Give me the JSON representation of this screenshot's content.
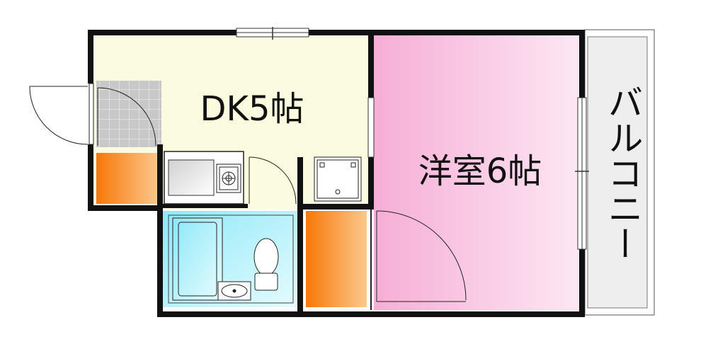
{
  "rooms": {
    "dk": {
      "label": "DK5帖"
    },
    "western": {
      "label": "洋室6帖"
    },
    "balcony": {
      "label": "バルコニー"
    }
  },
  "colors": {
    "wall": "#111111",
    "dk_floor": "#fbfbdf",
    "western_floor_a": "#f6aed6",
    "western_floor_b": "#fde8f4",
    "bathroom_floor_a": "#8ee8f8",
    "bathroom_floor_b": "#e7fcfe",
    "storage_a": "#f77808",
    "storage_b": "#fcc88e",
    "balcony": "#eeeeee",
    "entry_tile": "#c8c8c8"
  }
}
